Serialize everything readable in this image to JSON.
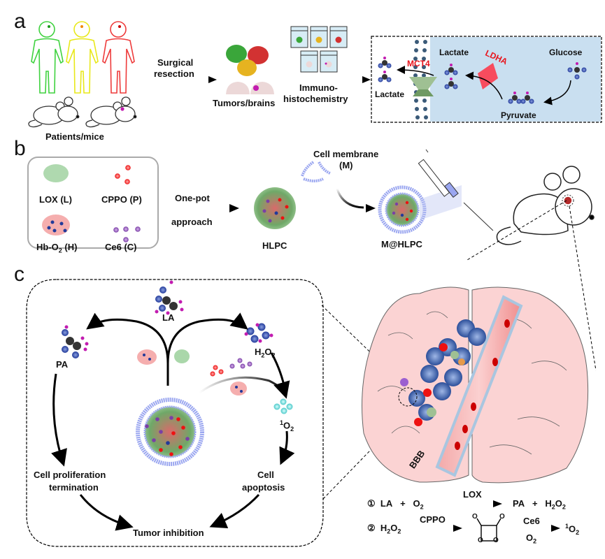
{
  "panels": {
    "a": {
      "letter": "a",
      "patients_label": "Patients/mice",
      "step1": "Surgical",
      "step1b": "resection",
      "tumors_label": "Tumors/brains",
      "step2": "Immuno-",
      "step2b": "histochemistry",
      "pathway": {
        "lactate_out": "Lactate",
        "lactate_in": "Lactate",
        "transporter": "MCT4",
        "enzyme": "LDHA",
        "glucose": "Glucose",
        "pyruvate": "Pyruvate"
      }
    },
    "b": {
      "letter": "b",
      "components": [
        {
          "name": "LOX (L)"
        },
        {
          "name": "CPPO (P)"
        },
        {
          "name": "Hb-O",
          "sub": "2",
          "suffix": " (H)"
        },
        {
          "name": "Ce6 (C)"
        }
      ],
      "step1": "One-pot",
      "step1b": "approach",
      "product1": "HLPC",
      "membrane": "Cell membrane",
      "membrane_abbr": "(M)",
      "product2": "M@HLPC"
    },
    "c": {
      "letter": "c",
      "la": "LA",
      "pa": "PA",
      "h2o2": {
        "a": "H",
        "s1": "2",
        "b": "O",
        "s2": "2"
      },
      "singlet": {
        "sup": "1",
        "a": "O",
        "sub": "2"
      },
      "prolif": "Cell proliferation",
      "prolif2": "termination",
      "apop": "Cell",
      "apop2": "apoptosis",
      "tumor_inhibition": "Tumor inhibition",
      "bbb": "BBB"
    },
    "reactions": {
      "r1": {
        "num": "①",
        "lhs1": "LA",
        "plus": "+",
        "lhs2": "O",
        "lhs2_sub": "2",
        "catalyst": "LOX",
        "rhs1": "PA",
        "rhs2a": "H",
        "rhs2s1": "2",
        "rhs2b": "O",
        "rhs2s2": "2"
      },
      "r2": {
        "num": "②",
        "lhs_a": "H",
        "lhs_s1": "2",
        "lhs_b": "O",
        "lhs_s2": "2",
        "catalyst": "CPPO",
        "cat2": "Ce6",
        "cat2_below": "O",
        "cat2_below_sub": "2",
        "product_sup": "1",
        "product": "O",
        "product_sub": "2",
        "intermediate_O": "O"
      }
    }
  },
  "colors": {
    "patient1": "#3fd23f",
    "patient2": "#e8e81a",
    "patient3": "#ee3b3b",
    "accent_red": "#e8141c",
    "cell_bg": "#c9dff0",
    "brain": "#fbd3d3",
    "membrane": "#9aa6f0"
  }
}
